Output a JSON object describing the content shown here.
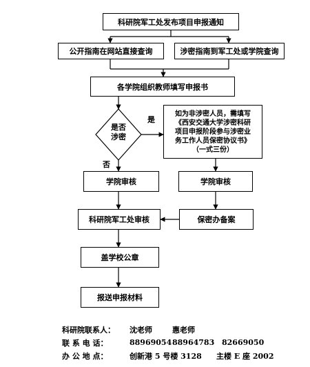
{
  "flow": {
    "top_notice": "科研院军工处发布项目申报通知",
    "public_guide": "公开指南在网站直接查询",
    "secret_guide": "涉密指南到军工处或学院查询",
    "college_organize": "各学院组织教师填写申报书",
    "decision_line1": "是否",
    "decision_line2": "涉密",
    "yes_label": "是",
    "no_label": "否",
    "note_lines": [
      "如为非涉密人员，需填写",
      "《西安交通大学涉密科研",
      "项目申报阶段参与涉密业",
      "务工作人员保密协议书》",
      "（一式三份）"
    ],
    "college_review_left": "学院审核",
    "college_review_right": "学院审核",
    "research_review": "科研院军工处审核",
    "secrecy_office": "保密办备案",
    "school_seal": "盖学校公章",
    "submit": "报送申报材料"
  },
  "footer": {
    "contact_label": "科研院联系人：",
    "contact_1": "沈老师",
    "contact_2": "惠老师",
    "phone_label": "联 系 电 话：",
    "phone_1": "88969054",
    "phone_2": "88964783",
    "phone_3": "82669050",
    "address_label": "办 公 地 点：",
    "address_1": "创新港 5 号楼 3128",
    "address_2": "主楼 E 座 2002"
  }
}
